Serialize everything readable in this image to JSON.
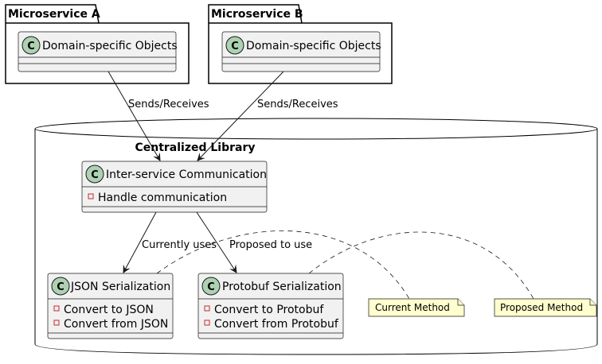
{
  "packages": {
    "microservice_a": {
      "title": "Microservice A"
    },
    "microservice_b": {
      "title": "Microservice B"
    },
    "library": {
      "title": "Centralized Library"
    }
  },
  "classes": {
    "domain_a": {
      "stereotype": "C",
      "name": "Domain-specific Objects",
      "members": []
    },
    "domain_b": {
      "stereotype": "C",
      "name": "Domain-specific Objects",
      "members": []
    },
    "comm": {
      "stereotype": "C",
      "name": "Inter-service Communication",
      "members": [
        {
          "visibility": "private",
          "text": "Handle communication"
        }
      ]
    },
    "json": {
      "stereotype": "C",
      "name": "JSON Serialization",
      "members": [
        {
          "visibility": "private",
          "text": "Convert to JSON"
        },
        {
          "visibility": "private",
          "text": "Convert from JSON"
        }
      ]
    },
    "protobuf": {
      "stereotype": "C",
      "name": "Protobuf Serialization",
      "members": [
        {
          "visibility": "private",
          "text": "Convert to Protobuf"
        },
        {
          "visibility": "private",
          "text": "Convert from Protobuf"
        }
      ]
    }
  },
  "edges": {
    "a_to_comm": {
      "label": "Sends/Receives"
    },
    "b_to_comm": {
      "label": "Sends/Receives"
    },
    "comm_to_json": {
      "label": "Currently uses"
    },
    "comm_to_protobuf": {
      "label": "Proposed to use"
    }
  },
  "notes": {
    "current": {
      "text": "Current Method"
    },
    "proposed": {
      "text": "Proposed Method"
    }
  },
  "colors": {
    "class_fill": "#F1F1F1",
    "class_border": "#181818",
    "stereotype_circle": "#ADD1B2",
    "note_fill": "#FEFECE",
    "line": "#181818",
    "private_marker": "#C82930"
  }
}
